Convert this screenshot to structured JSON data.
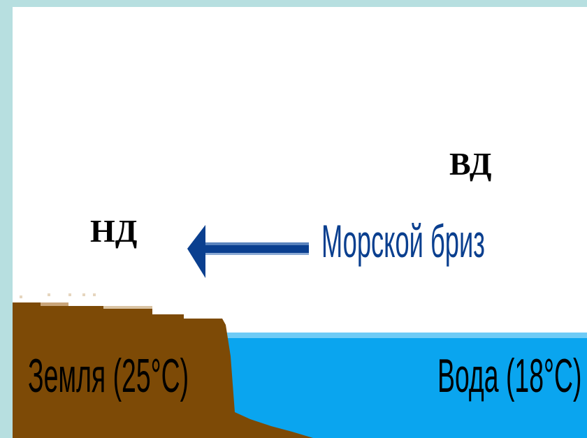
{
  "labels": {
    "low_pressure": "НД",
    "high_pressure": "ВД",
    "breeze": "Морской бриз",
    "land": "Земля (25°С)",
    "water": "Вода (18°С)"
  },
  "colors": {
    "background_frame": "#b7dfe0",
    "land": "#7d4a06",
    "water": "#0aa5ef",
    "water_surface": "#6ecbf6",
    "arrow": "#0a3f8f",
    "breeze_text": "#0a3f8f",
    "label_text": "#000000"
  }
}
